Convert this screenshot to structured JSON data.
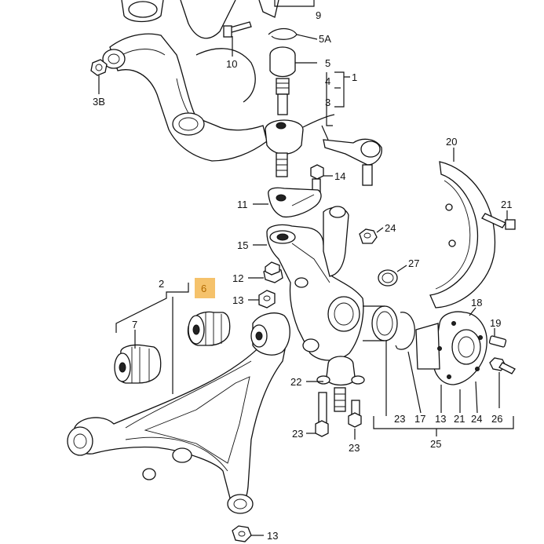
{
  "labels": {
    "p9": "9",
    "p5A": "5A",
    "p5": "5",
    "p4": "4",
    "p1": "1",
    "p3": "3",
    "p10": "10",
    "p3B": "3B",
    "p20": "20",
    "p14": "14",
    "p11": "11",
    "p21a": "21",
    "p24a": "24",
    "p15": "15",
    "p27": "27",
    "p2": "2",
    "p6": "6",
    "p12": "12",
    "p13a": "13",
    "p7": "7",
    "p18": "18",
    "p19": "19",
    "p22": "22",
    "p26": "26",
    "p23a": "23",
    "p23b": "23",
    "p23c": "23",
    "p17": "17",
    "p13b": "13",
    "p21b": "21",
    "p24b": "24",
    "p25": "25",
    "p13c": "13"
  },
  "highlight_color": "#f5c26b",
  "highlighted_part": "6"
}
